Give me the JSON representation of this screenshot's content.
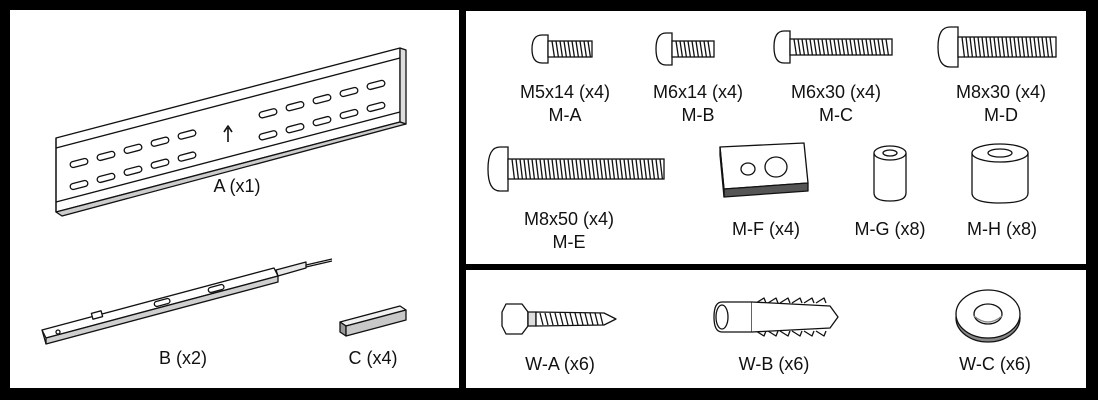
{
  "parts": {
    "A": {
      "label": "A (x1)"
    },
    "B": {
      "label": "B (x2)"
    },
    "C": {
      "label": "C (x4)"
    },
    "MA": {
      "size": "M5x14 (x4)",
      "code": "M-A"
    },
    "MB": {
      "size": "M6x14 (x4)",
      "code": "M-B"
    },
    "MC": {
      "size": "M6x30 (x4)",
      "code": "M-C"
    },
    "MD": {
      "size": "M8x30 (x4)",
      "code": "M-D"
    },
    "ME": {
      "size": "M8x50 (x4)",
      "code": "M-E"
    },
    "MF": {
      "label": "M-F (x4)"
    },
    "MG": {
      "label": "M-G (x8)"
    },
    "MH": {
      "label": "M-H (x8)"
    },
    "WA": {
      "label": "W-A (x6)"
    },
    "WB": {
      "label": "W-B (x6)"
    },
    "WC": {
      "label": "W-C (x6)"
    }
  }
}
